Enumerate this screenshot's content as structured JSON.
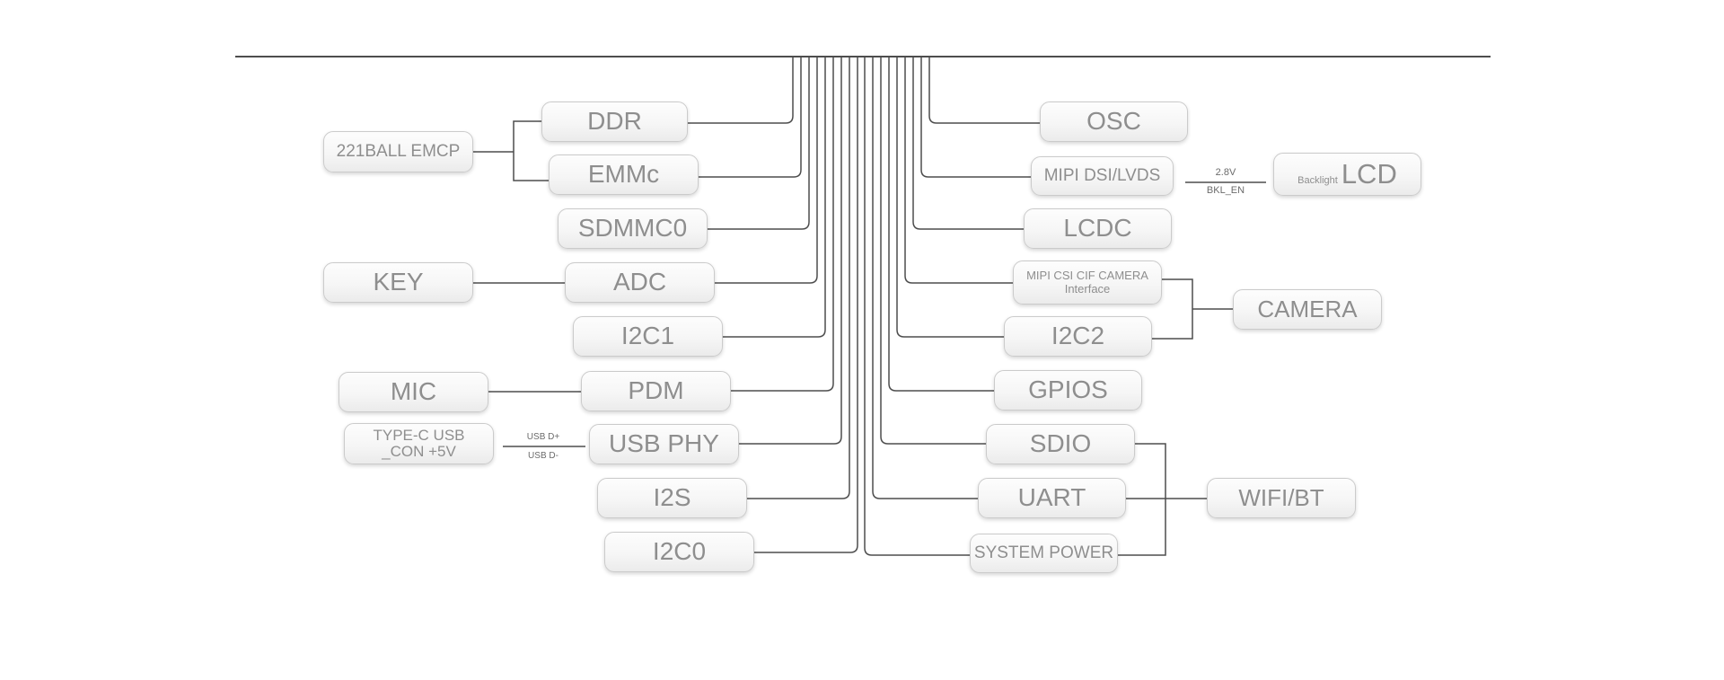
{
  "diagram": {
    "boxes": {
      "emcp": {
        "label": "221BALL EMCP"
      },
      "ddr": {
        "label": "DDR"
      },
      "emmc": {
        "label": "EMMc"
      },
      "sdmmc0": {
        "label": "SDMMC0"
      },
      "key": {
        "label": "KEY"
      },
      "adc": {
        "label": "ADC"
      },
      "i2c1": {
        "label": "I2C1"
      },
      "mic": {
        "label": "MIC"
      },
      "pdm": {
        "label": "PDM"
      },
      "typec": {
        "label": "TYPE-C USB",
        "label2": "_CON +5V"
      },
      "usbphy": {
        "label": "USB PHY"
      },
      "i2s": {
        "label": "I2S"
      },
      "i2c0": {
        "label": "I2C0"
      },
      "osc": {
        "label": "OSC"
      },
      "mipidsi": {
        "label": "MIPI DSI/LVDS"
      },
      "lcd": {
        "label": "LCD",
        "sublabel": "Backlight"
      },
      "lcdc": {
        "label": "LCDC"
      },
      "mipicsi": {
        "label": "MIPI CSI CIF CAMERA",
        "label2": "Interface"
      },
      "i2c2": {
        "label": "I2C2"
      },
      "camera": {
        "label": "CAMERA"
      },
      "gpios": {
        "label": "GPIOS"
      },
      "sdio": {
        "label": "SDIO"
      },
      "uart": {
        "label": "UART"
      },
      "wifibt": {
        "label": "WIFI/BT"
      },
      "syspower": {
        "label": "SYSTEM POWER"
      }
    },
    "wire_labels": {
      "usb_dp": "USB D+",
      "usb_dm": "USB D-",
      "voltage": "2.8V",
      "bkl_en": "BKL_EN"
    },
    "connections": [
      {
        "from": "soc-bus",
        "to": "DDR"
      },
      {
        "from": "soc-bus",
        "to": "EMMc"
      },
      {
        "from": "soc-bus",
        "to": "SDMMC0"
      },
      {
        "from": "soc-bus",
        "to": "ADC"
      },
      {
        "from": "soc-bus",
        "to": "I2C1"
      },
      {
        "from": "soc-bus",
        "to": "PDM"
      },
      {
        "from": "soc-bus",
        "to": "USB PHY"
      },
      {
        "from": "soc-bus",
        "to": "I2S"
      },
      {
        "from": "soc-bus",
        "to": "I2C0"
      },
      {
        "from": "soc-bus",
        "to": "OSC"
      },
      {
        "from": "soc-bus",
        "to": "MIPI DSI/LVDS"
      },
      {
        "from": "soc-bus",
        "to": "LCDC"
      },
      {
        "from": "soc-bus",
        "to": "MIPI CSI CIF CAMERA Interface"
      },
      {
        "from": "soc-bus",
        "to": "I2C2"
      },
      {
        "from": "soc-bus",
        "to": "GPIOS"
      },
      {
        "from": "soc-bus",
        "to": "SDIO"
      },
      {
        "from": "soc-bus",
        "to": "UART"
      },
      {
        "from": "soc-bus",
        "to": "SYSTEM POWER"
      },
      {
        "from": "221BALL EMCP",
        "to": "DDR"
      },
      {
        "from": "221BALL EMCP",
        "to": "EMMc"
      },
      {
        "from": "KEY",
        "to": "ADC"
      },
      {
        "from": "MIC",
        "to": "PDM"
      },
      {
        "from": "TYPE-C USB _CON +5V",
        "to": "USB PHY",
        "labels": [
          "USB D+",
          "USB D-"
        ]
      },
      {
        "from": "MIPI DSI/LVDS",
        "to": "LCD",
        "labels": [
          "2.8V",
          "BKL_EN"
        ]
      },
      {
        "from": "MIPI CSI CIF CAMERA Interface",
        "to": "CAMERA"
      },
      {
        "from": "I2C2",
        "to": "CAMERA"
      },
      {
        "from": "SDIO",
        "to": "WIFI/BT"
      },
      {
        "from": "UART",
        "to": "WIFI/BT"
      },
      {
        "from": "SYSTEM POWER",
        "to": "WIFI/BT"
      }
    ],
    "colors": {
      "wire": "#4d4d4d",
      "box_border": "#cbcbcb",
      "box_text": "#8e8e8e",
      "wire_label_text": "#6b6b6b",
      "background": "#ffffff"
    }
  }
}
